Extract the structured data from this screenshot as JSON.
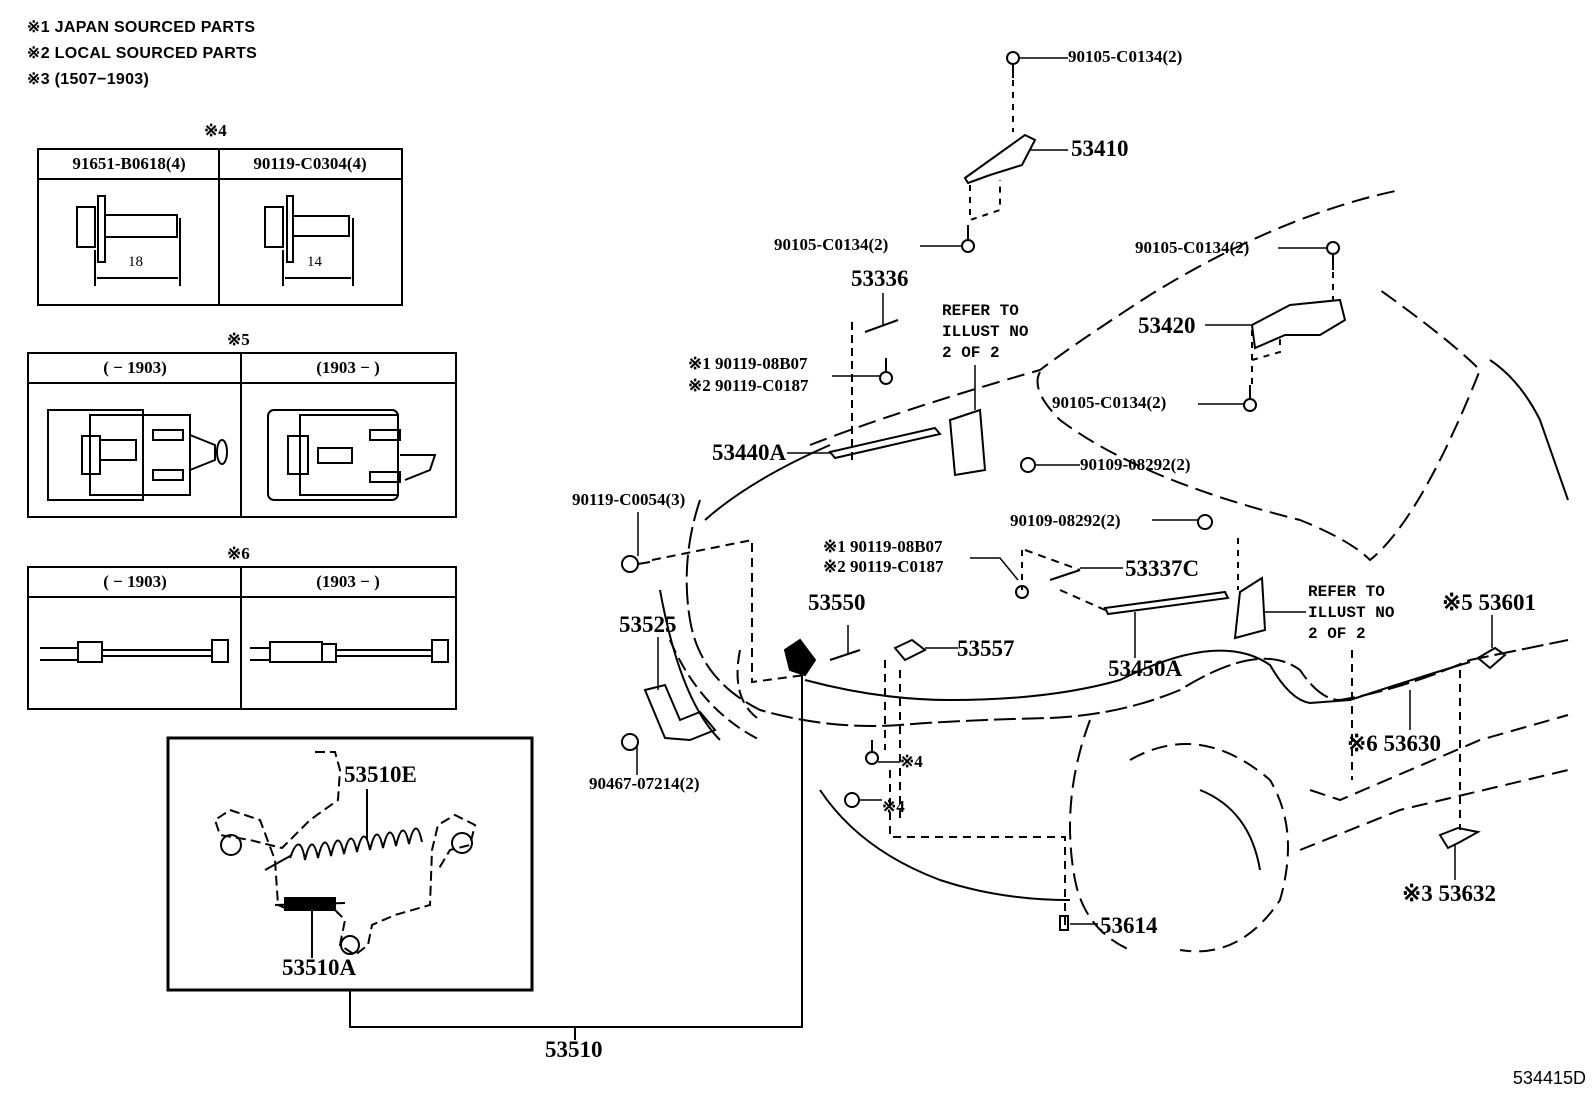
{
  "notes": [
    "※1 JAPAN SOURCED PARTS",
    "※2 LOCAL SOURCED PARTS",
    "※3 (1507−1903)"
  ],
  "tables": {
    "t4": {
      "title": "※4",
      "cols": [
        "91651-B0618(4)",
        "90119-C0304(4)"
      ],
      "dims": [
        "18",
        "14"
      ]
    },
    "t5": {
      "title": "※5",
      "cols": [
        "(    − 1903)",
        "(1903 −    )"
      ]
    },
    "t6": {
      "title": "※6",
      "cols": [
        "(    − 1903)",
        "(1903 −    )"
      ]
    }
  },
  "inset": {
    "labels": [
      "53510E",
      "53510A"
    ],
    "assembly": "53510"
  },
  "parts": {
    "p90105_top": "90105-C0134(2)",
    "p53410": "53410",
    "p90105_left": "90105-C0134(2)",
    "p90105_right_top": "90105-C0134(2)",
    "p53420": "53420",
    "p90105_right_bot": "90105-C0134(2)",
    "p53336": "53336",
    "refer1": "REFER TO\nILLUST NO\n2 OF 2",
    "p90119_a_j": "※1 90119-08B07",
    "p90119_a_l": "※2 90119-C0187",
    "p53440A": "53440A",
    "p90109_a": "90109-08292(2)",
    "p90119_c0054": "90119-C0054(3)",
    "p90109_b": "90109-08292(2)",
    "p90119_b_j": "※1 90119-08B07",
    "p90119_b_l": "※2 90119-C0187",
    "p53337C": "53337C",
    "p53550": "53550",
    "p53525": "53525",
    "p53557": "53557",
    "p53450A": "53450A",
    "refer2": "REFER TO\nILLUST NO\n2 OF 2",
    "p53601": "※5 53601",
    "p53630": "※6 53630",
    "p90467": "90467-07214(2)",
    "n4a": "※4",
    "n4b": "※4",
    "p53614": "53614",
    "p53632": "※3 53632"
  },
  "illustration_code": "534415D"
}
